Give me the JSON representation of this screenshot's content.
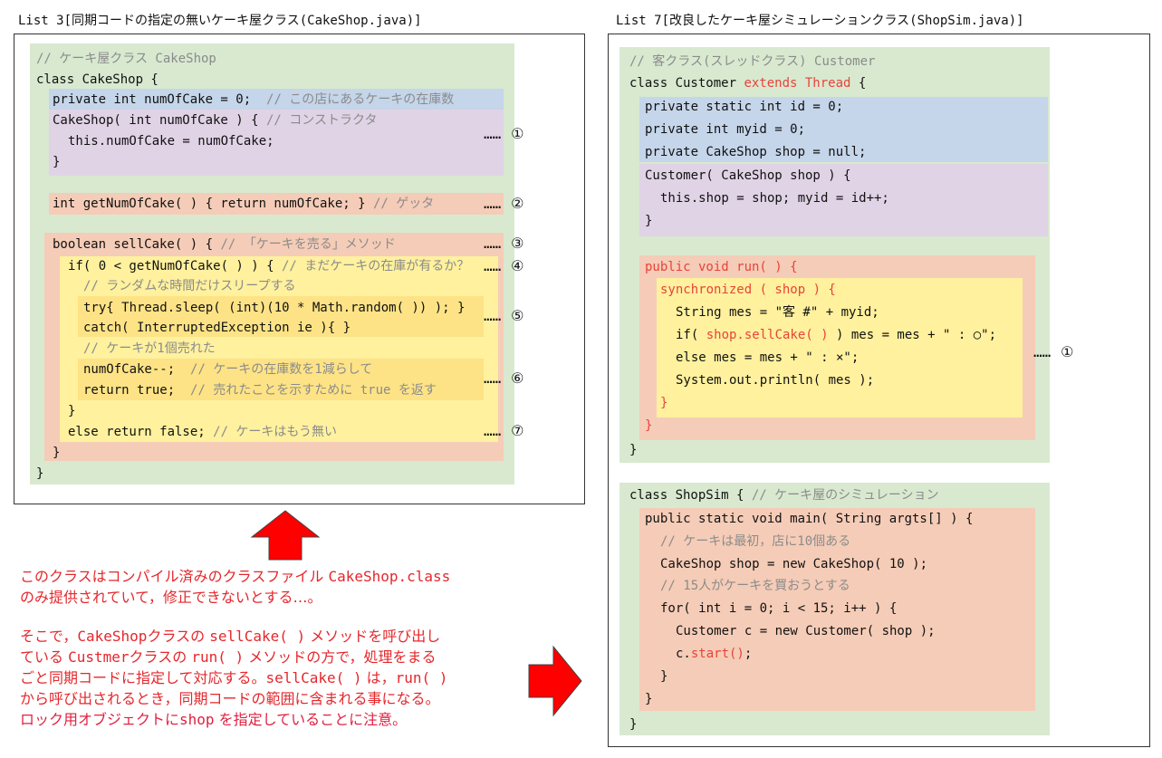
{
  "list3": {
    "title": "List 3[同期コードの指定の無いケーキ屋クラス(CakeShop.java)]",
    "lines": [
      {
        "t": "// ケーキ屋クラス CakeShop",
        "k": "c"
      },
      {
        "t": "class CakeShop {",
        "k": ""
      },
      {
        "t": "private int numOfCake = 0;",
        "k": "",
        "cm": "  // この店にあるケーキの在庫数"
      },
      {
        "t": "CakeShop( int numOfCake ) {",
        "k": "",
        "cm": " // コンストラクタ"
      },
      {
        "t": "this.numOfCake = numOfCake;",
        "k": ""
      },
      {
        "t": "}",
        "k": ""
      },
      {
        "t": "int getNumOfCake( ) { return numOfCake; }",
        "k": "",
        "cm": " // ゲッタ"
      },
      {
        "t": "boolean sellCake( ) {",
        "k": "",
        "cm": " // 「ケーキを売る」メソッド"
      },
      {
        "t": "if( 0 < getNumOfCake( ) ) {",
        "k": "",
        "cm": " // まだケーキの在庫が有るか？"
      },
      {
        "t": "// ランダムな時間だけスリープする",
        "k": "c"
      },
      {
        "t": "try{ Thread.sleep( (int)(10 * Math.random( )) ); }",
        "k": ""
      },
      {
        "t": "catch( InterruptedException ie ){ }",
        "k": ""
      },
      {
        "t": "// ケーキが1個売れた",
        "k": "c"
      },
      {
        "t": "numOfCake--;",
        "k": "",
        "cm": "  // ケーキの在庫数を1減らして"
      },
      {
        "t": "return true;",
        "k": "",
        "cm": "  // 売れたことを示すために true を返す"
      },
      {
        "t": "}",
        "k": ""
      },
      {
        "t": "else return false;",
        "k": "",
        "cm": " // ケーキはもう無い"
      },
      {
        "t": "}",
        "k": ""
      },
      {
        "t": "}",
        "k": ""
      }
    ],
    "markers": [
      {
        "dots": "……",
        "num": "①"
      },
      {
        "dots": "……",
        "num": "②"
      },
      {
        "dots": "……",
        "num": "③"
      },
      {
        "dots": "……",
        "num": "④"
      },
      {
        "dots": "……",
        "num": "⑤"
      },
      {
        "dots": "……",
        "num": "⑥"
      },
      {
        "dots": "……",
        "num": "⑦"
      }
    ]
  },
  "list7": {
    "title": "List 7[改良したケーキ屋シミュレーションクラス(ShopSim.java)]",
    "customer": [
      {
        "t": "// 客クラス(スレッドクラス) Customer",
        "k": "c"
      },
      {
        "t": "class Customer ",
        "k": "",
        "red": "extends Thread",
        "after": " {"
      },
      {
        "t": "private static int id = 0;",
        "k": ""
      },
      {
        "t": "private int myid = 0;",
        "k": ""
      },
      {
        "t": "private CakeShop shop = null;",
        "k": ""
      },
      {
        "t": "Customer( CakeShop shop ) {",
        "k": ""
      },
      {
        "t": "this.shop = shop; myid = id++;",
        "k": ""
      },
      {
        "t": "}",
        "k": ""
      },
      {
        "t": "public void run( ) {",
        "k": "r"
      },
      {
        "t": "synchronized ( shop ) {",
        "k": "r"
      },
      {
        "t": "String mes = \"客 #\" + myid;",
        "k": ""
      },
      {
        "t": "if( ",
        "k": "",
        "red": "shop.sellCake( )",
        "after": " ) mes = mes + \" : ○\";"
      },
      {
        "t": "else mes = mes + \" : ×\";",
        "k": ""
      },
      {
        "t": "System.out.println( mes );",
        "k": ""
      },
      {
        "t": "}",
        "k": "r"
      },
      {
        "t": "}",
        "k": "r"
      },
      {
        "t": "}",
        "k": ""
      }
    ],
    "shopsim": [
      {
        "t": "class ShopSim {",
        "k": "",
        "cm": " // ケーキ屋のシミュレーション"
      },
      {
        "t": "public static void main( String argts[] ) {",
        "k": ""
      },
      {
        "t": "// ケーキは最初，店に10個ある",
        "k": "c"
      },
      {
        "t": "CakeShop shop = new CakeShop( 10 );",
        "k": ""
      },
      {
        "t": "// 15人がケーキを買おうとする",
        "k": "c"
      },
      {
        "t": "for( int i = 0; i < 15; i++ ) {",
        "k": ""
      },
      {
        "t": "Customer c = new Customer( shop );",
        "k": ""
      },
      {
        "t": "c.",
        "k": "",
        "red": "start()",
        "after": ";"
      },
      {
        "t": "}",
        "k": ""
      },
      {
        "t": "}",
        "k": ""
      },
      {
        "t": "}",
        "k": ""
      }
    ],
    "marker": {
      "dots": "……",
      "num": "①"
    }
  },
  "note1": {
    "l1a": "このクラスはコンパイル済みのクラスファイル ",
    "l1b": "CakeShop.class",
    "l2": "のみ提供されていて，修正できないとする…。"
  },
  "note2": {
    "l1a": "そこで，",
    "l1b": "CakeShop",
    "l1c": "クラスの ",
    "l1d": "sellCake( )",
    "l1e": " メソッドを呼び出し",
    "l2a": "ている ",
    "l2b": "Custmer",
    "l2c": "クラスの ",
    "l2d": "run( )",
    "l2e": " メソッドの方で，処理をまる",
    "l3a": "ごと同期コードに指定して対応する。",
    "l3b": "sellCake( )",
    "l3c": " は，",
    "l3d": "run( )",
    "l4": "から呼び出されるとき，同期コードの範囲に含まれる事になる。",
    "l5a": "ロック用オブジェクトに",
    "l5b": "shop",
    "l5c": " を指定していることに注意。"
  },
  "colors": {
    "accent_red": "#e8433a",
    "arrow_red": "#ff0000",
    "green": "#d8e9d0",
    "blue": "#c5d5ea",
    "purple": "#e0d3e6",
    "salmon": "#f5ccb7",
    "yellow": "#fff19e"
  }
}
